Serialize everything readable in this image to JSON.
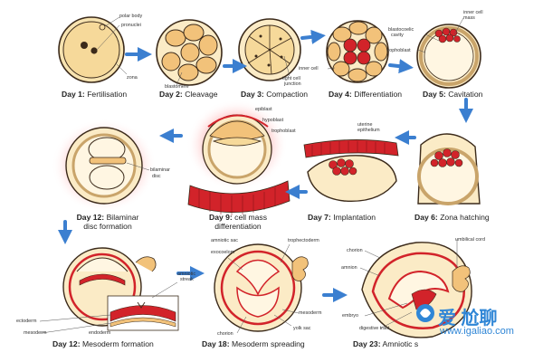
{
  "stages": {
    "s1": {
      "day": "Day 1:",
      "name": "Fertilisation"
    },
    "s2": {
      "day": "Day 2:",
      "name": "Cleavage"
    },
    "s3": {
      "day": "Day 3:",
      "name": "Compaction"
    },
    "s4": {
      "day": "Day 4:",
      "name": "Differentiation"
    },
    "s5": {
      "day": "Day 5:",
      "name": "Cavitation"
    },
    "s6": {
      "day": "Day 6:",
      "name": "Zona hatching"
    },
    "s7": {
      "day": "Day 7:",
      "name": "Implantation"
    },
    "s9": {
      "day": "Day 9:",
      "name": "cell mass",
      "name2": "differentiation"
    },
    "s12a": {
      "day": "Day 12:",
      "name": "Bilaminar",
      "name2": "disc formation"
    },
    "s12b": {
      "day": "Day 12:",
      "name": "Mesoderm formation"
    },
    "s18": {
      "day": "Day 18:",
      "name": "Mesoderm spreading"
    },
    "s23": {
      "day": "Day 23:",
      "name": "Amniotic s"
    }
  },
  "labels": {
    "polar_body": "polar body",
    "pronuclei": "pronuclei",
    "zona": "zona",
    "blastomere": "blastomere",
    "inner_cell": "inner cell",
    "tight_cell": "tight cell",
    "junction": "junction",
    "blastocoelic": "blastocoelic",
    "cavity": "cavity",
    "trophoblast": "trophoblast",
    "inner_cell_mass": "inner cell",
    "mass": "mass",
    "epiblast": "epiblast",
    "hypoblast": "hypoblast",
    "trophoblast2": "trophoblast",
    "uterine": "uterine",
    "epithelium": "epithelium",
    "bilaminar": "bilaminar",
    "disc": "disc",
    "amniotic": "amniotic",
    "streak": "streak",
    "ectoderm": "ectoderm",
    "mesoderm": "mesoderm",
    "endoderm": "endoderm",
    "amniotic_sac": "amniotic sac",
    "trophectoderm": "trophectoderm",
    "exocoelom": "exocoelom",
    "yolk_sac": "yolk sac",
    "chorion": "chorion",
    "mesoderm2": "mesoderm",
    "umbilical_cord": "umbilical cord",
    "chorion2": "chorion",
    "amnion": "amnion",
    "embryo": "embryo",
    "digestive_tract": "digestive tract"
  },
  "watermark": {
    "cn": "爱 尬聊",
    "site": "www.igaliao.com"
  },
  "colors": {
    "yellow": "#F6D99A",
    "orange": "#F2C27A",
    "red": "#D2232A",
    "dark": "#3b2a1a",
    "arrow": "#3B7FD0"
  }
}
